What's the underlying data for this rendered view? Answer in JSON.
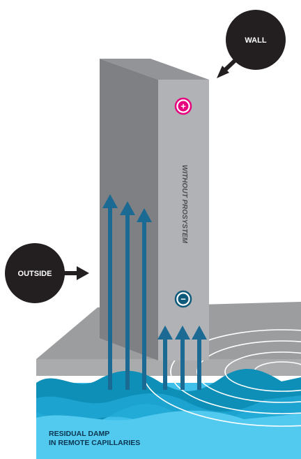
{
  "labels": {
    "wall": "WALL",
    "outside": "OUTSIDE",
    "wall_text": "WITHOUT PROSYSTEM",
    "damp_line1": "RESIDUAL DAMP",
    "damp_line2": "IN REMOTE CAPILLARIES"
  },
  "symbols": {
    "plus": "+",
    "minus": "−"
  },
  "colors": {
    "plus_marker": "#e6007e",
    "minus_marker": "#0e5a7a",
    "arrow": "#1a6a93",
    "callout": "#231f20",
    "water_light": "#3fc0ea",
    "water_dark": "#0e8fb8",
    "wall_front": "#b0b2b5",
    "wall_side": "#7e8083",
    "wall_top": "#929497",
    "ground_top": "#9b9d9f",
    "ground_front": "#a9abad"
  }
}
